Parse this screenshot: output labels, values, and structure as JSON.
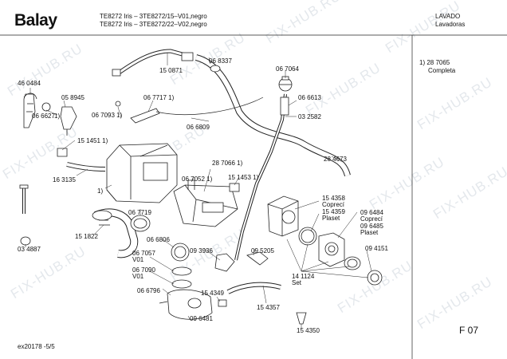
{
  "header": {
    "brand": "Balay",
    "model_line1": "TE8272 Iris – 3TE8272/15–V01,negro",
    "model_line2": "TE8272 Iris – 3TE8272/22–V02,negro",
    "category": "LAVADO",
    "subcategory": "Lavadoras"
  },
  "legend": {
    "line1": "1) 28 7065",
    "line2": "Completa"
  },
  "watermark": "FIX-HUB.RU",
  "parts": {
    "p460484": "46 0484",
    "p058945": "05 8945",
    "p066627": "06 6627",
    "p066627b": "1)",
    "p150871": "15 0871",
    "p068337": "06 8337",
    "p067064": "06 7064",
    "p066613": "06 6613",
    "p032582": "03 2582",
    "p067717": "06 7717 1)",
    "p067093": "06 7093 1)",
    "p066809": "06 6809",
    "p151451": "15 1451 1)",
    "p163135": "16 3135",
    "p1mark": "1)",
    "p287066": "28 7066 1)",
    "p067052": "06 7052 1)",
    "p151453": "15 1453 1)",
    "p284673": "28 4673",
    "p154358": "15 4358",
    "p154358b": "Coprecí",
    "p154359": "15 4359",
    "p154359b": "Plaset",
    "p096484": "09 6484",
    "p096484b": "Coprecí",
    "p096485": "09 6485",
    "p096485b": "Plaset",
    "p067719": "06 7719",
    "p151822": "15 1822",
    "p034887": "03 4887",
    "p066806": "06 6806",
    "p067057": "06 7057",
    "p067057b": "V01",
    "p067090": "06 7090",
    "p067090b": "V01",
    "p093936": "09 3936",
    "p095205": "09 5205",
    "p094151": "09 4151",
    "p141124": "14 1124",
    "p141124b": "Set",
    "p066796": "06 6796",
    "p154349": "15 4349",
    "p154357": "15 4357",
    "p096481": "09 6481",
    "p154350": "15 4350"
  },
  "footer": {
    "doc_id": "ex20178 -5/5",
    "page": "F 07"
  }
}
